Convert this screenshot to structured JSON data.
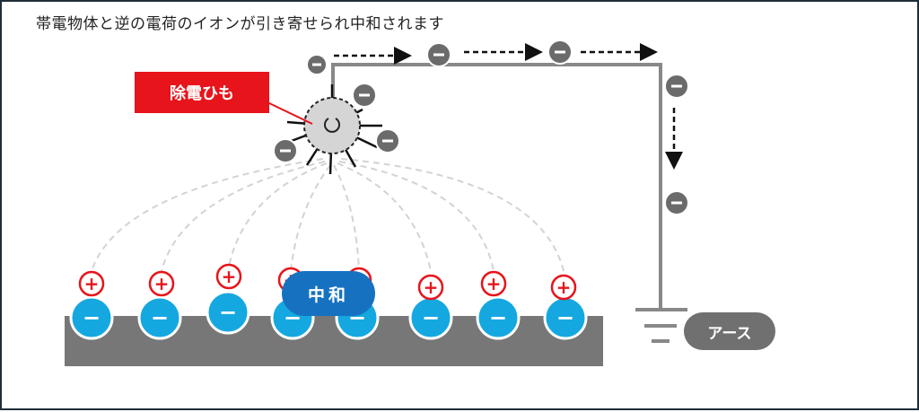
{
  "title": "帯電物体と逆の電荷のイオンが引き寄せられ中和されます",
  "callout_label": "除電ひも",
  "neutralized_label": "中和",
  "earth_label": "アース",
  "symbols": {
    "plus": "+",
    "minus": "−"
  },
  "colors": {
    "surface": "#777777",
    "negative_charge": "#15a8e0",
    "positive_ring": "#e8141b",
    "ion": "#6b6b6b",
    "wire": "#888888",
    "field_line": "#d3d3d3",
    "callout": "#e8141b",
    "neutral_pill": "#1672c1",
    "earth_pill": "#707070"
  }
}
